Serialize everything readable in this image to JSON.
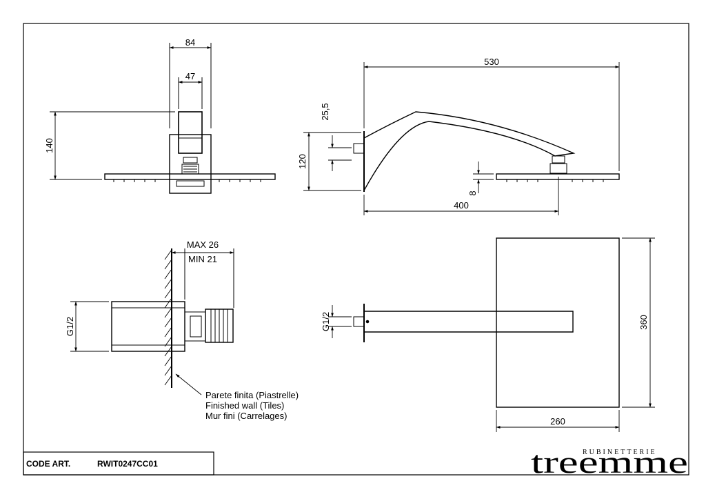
{
  "drawing": {
    "front_view": {
      "dim_width_outer": "84",
      "dim_width_inner": "47",
      "dim_height": "140"
    },
    "side_view": {
      "dim_length": "530",
      "dim_arm_offset": "25,5",
      "dim_height": "120",
      "dim_head_thickness": "8",
      "dim_reach": "400"
    },
    "wall_detail": {
      "dim_max": "MAX 26",
      "dim_min": "MIN 21",
      "dim_thread": "G1/2"
    },
    "wall_note": {
      "line1": "Parete finita (Piastrelle)",
      "line2": "Finished wall (Tiles)",
      "line3": "Mur fini (Carrelages)"
    },
    "top_view": {
      "dim_thread": "G1/2",
      "dim_height": "360",
      "dim_width": "260"
    }
  },
  "title_block": {
    "code_label": "CODE ART.",
    "code_value": "RWIT0247CC01"
  },
  "brand": {
    "sub": "RUBINETTERIE",
    "name": "treemme"
  }
}
